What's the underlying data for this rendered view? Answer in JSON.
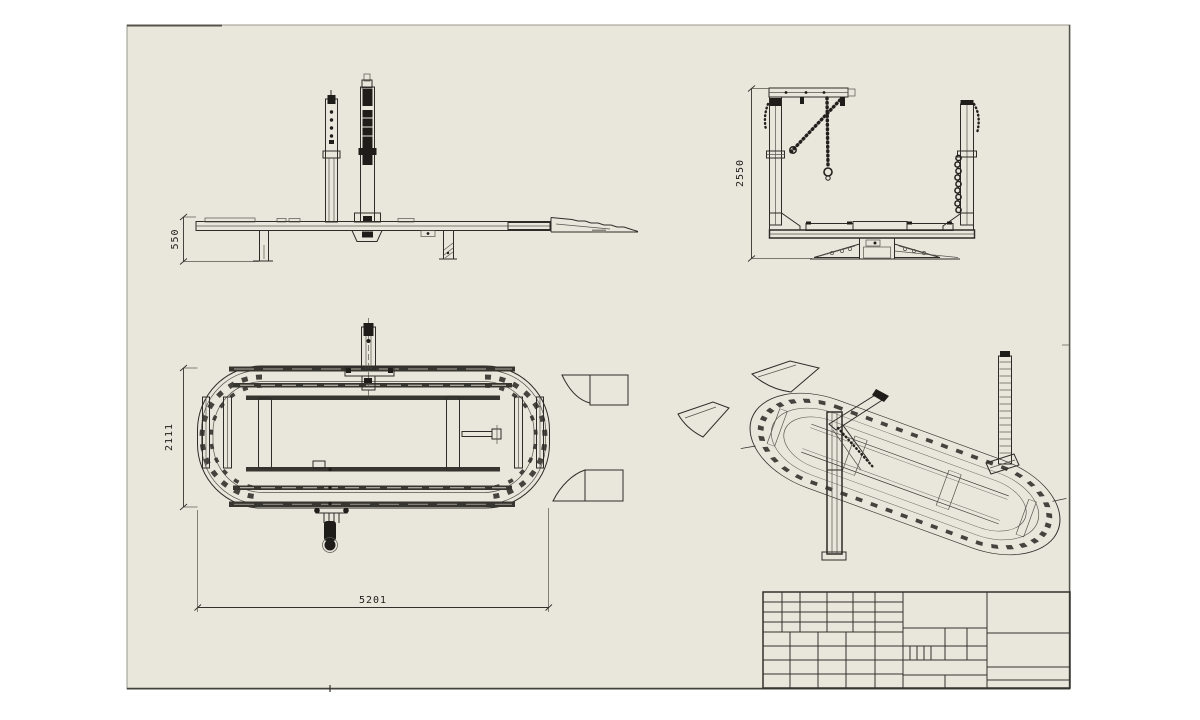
{
  "colors": {
    "page_background": "#ffffff",
    "sheet_background": "#e9e6dc",
    "line": "#2e2c28"
  },
  "dimensions": {
    "side_view_height": "550",
    "end_view_height": "2550",
    "plan_view_width": "2111",
    "plan_view_length": "5201"
  }
}
